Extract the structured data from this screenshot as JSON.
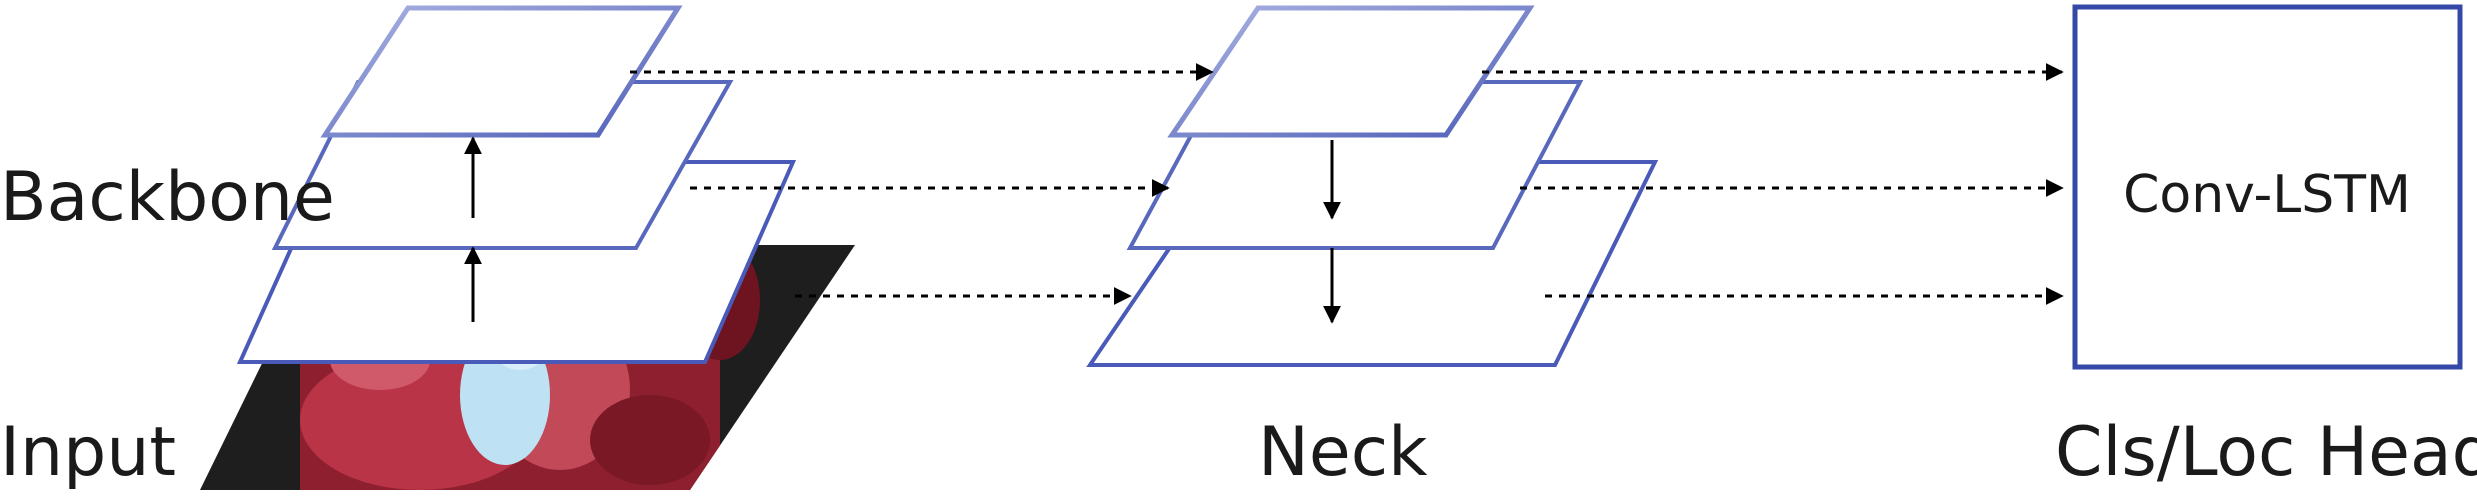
{
  "labels": {
    "backbone": "Backbone",
    "input": "Input",
    "neck": "Neck",
    "heads": "Cls/Loc Heads",
    "convlstm": "Conv-LSTM"
  },
  "colors": {
    "layer_stroke": "#4050b0",
    "layer_stroke_faded": "#9aa4dc",
    "box_stroke": "#3448a8",
    "arrow": "#000000",
    "image_dark": "#1e1e1e",
    "image_red": "#a8283a",
    "image_blue": "#bfe1f4"
  }
}
